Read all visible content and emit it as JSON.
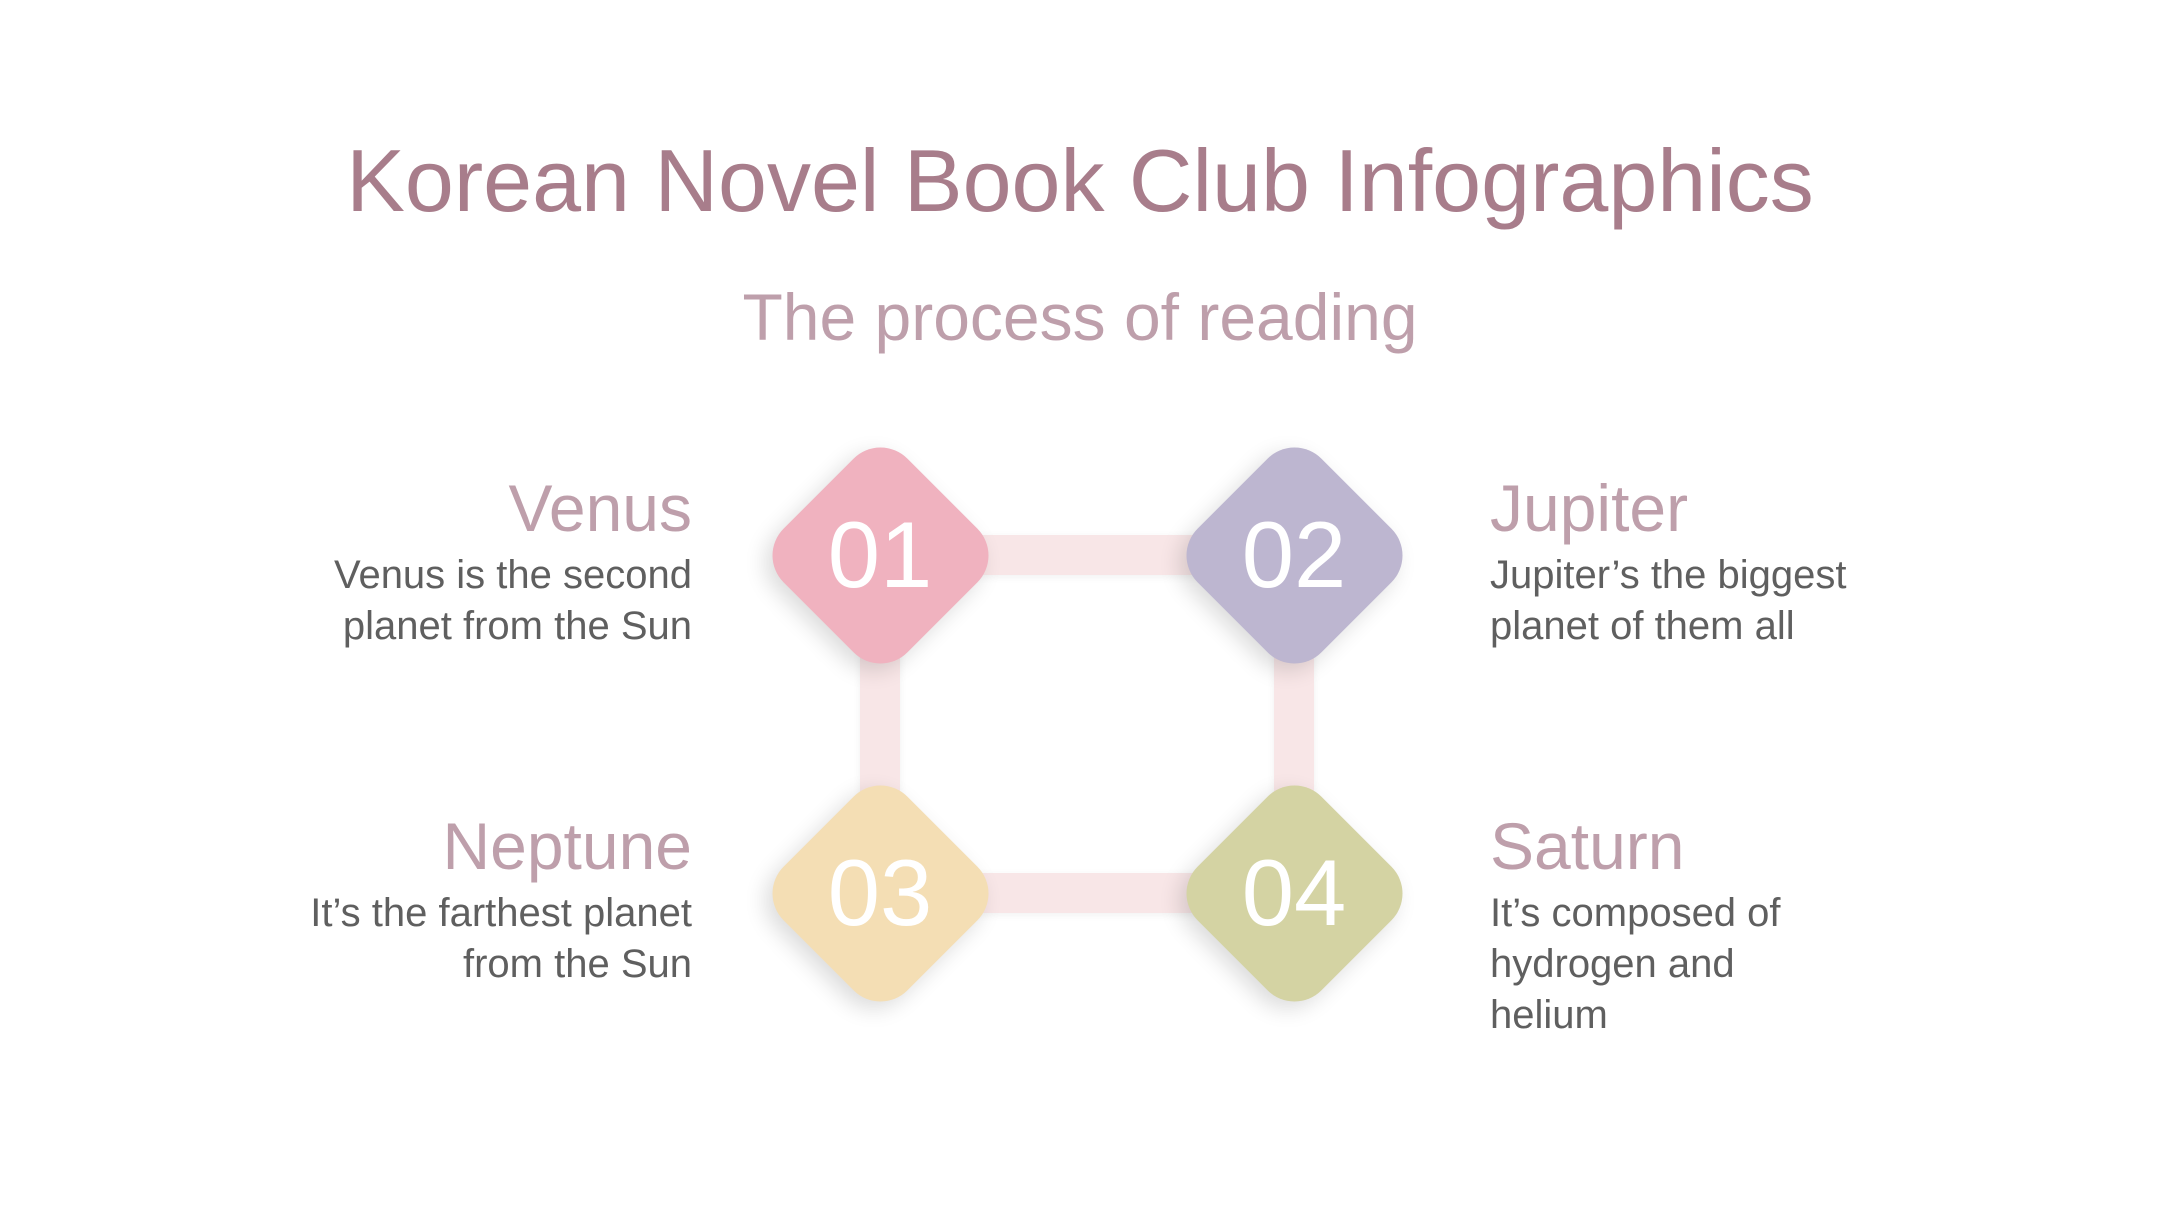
{
  "title": "Korean Novel Book Club Infographics",
  "subtitle": "The process of reading",
  "colors": {
    "connector": "#f8e6e7",
    "badge_01": "#f0b2bf",
    "badge_02": "#bdb6d0",
    "badge_03": "#f4deb4",
    "badge_04": "#d4d3a3"
  },
  "steps": [
    {
      "number": "01",
      "title": "Venus",
      "description": "Venus is the second planet from the Sun"
    },
    {
      "number": "02",
      "title": "Jupiter",
      "description": "Jupiter’s the biggest planet of them all"
    },
    {
      "number": "03",
      "title": "Neptune",
      "description": "It’s the farthest planet from the Sun"
    },
    {
      "number": "04",
      "title": "Saturn",
      "description": "It’s composed of hydrogen and helium"
    }
  ]
}
